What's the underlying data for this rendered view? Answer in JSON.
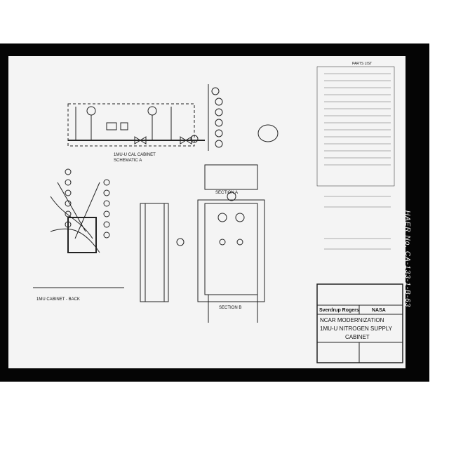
{
  "drawing": {
    "side_label": "HAER No. CA-133-1-B-63",
    "schematic_title": "1MU-U CAL CABINET",
    "schematic_subtitle": "SCHEMATIC A",
    "section_a_label": "SECTION A",
    "section_b_label": "SECTION B",
    "elevation_label": "1MU CABINET - BACK",
    "parts_list_title": "PARTS LIST",
    "title_block": {
      "company": "Sverdrup Rogers",
      "agency": "NASA",
      "project": "NCAR MODERNIZATION",
      "title_line1": "1MU-U NITROGEN SUPPLY",
      "title_line2": "CABINET"
    }
  }
}
